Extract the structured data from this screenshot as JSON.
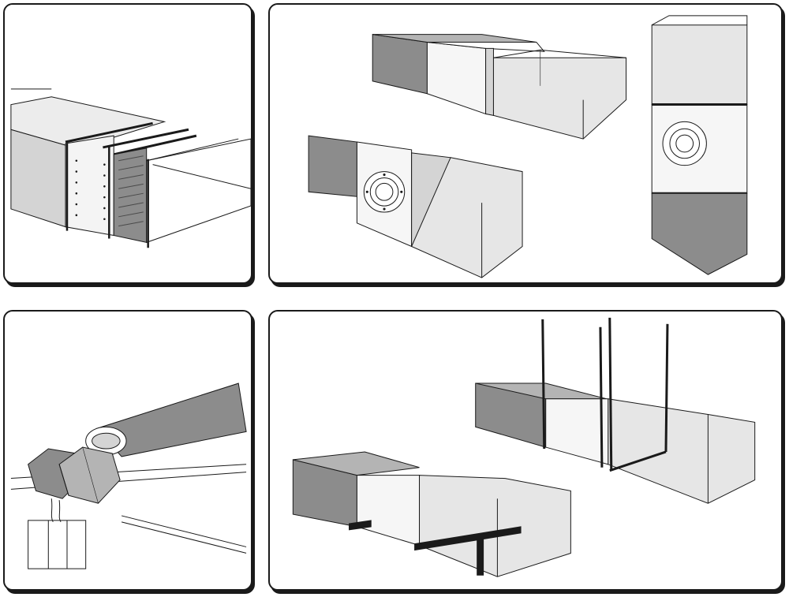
{
  "figure": {
    "panels": [
      {
        "id": "duct-flange-joint"
      },
      {
        "id": "duct-sleeve-connections"
      },
      {
        "id": "round-connector-and-fasteners"
      },
      {
        "id": "duct-hanger-supports"
      }
    ],
    "colors": {
      "outline": "#1a1a1a",
      "duct_dark": "#8c8c8c",
      "duct_mid": "#b4b4b4",
      "duct_light": "#d4d4d4",
      "sleeve": "#f6f6f6",
      "wireframe_fill": "#e6e6e6",
      "panel_border": "#1a1a1a"
    }
  }
}
